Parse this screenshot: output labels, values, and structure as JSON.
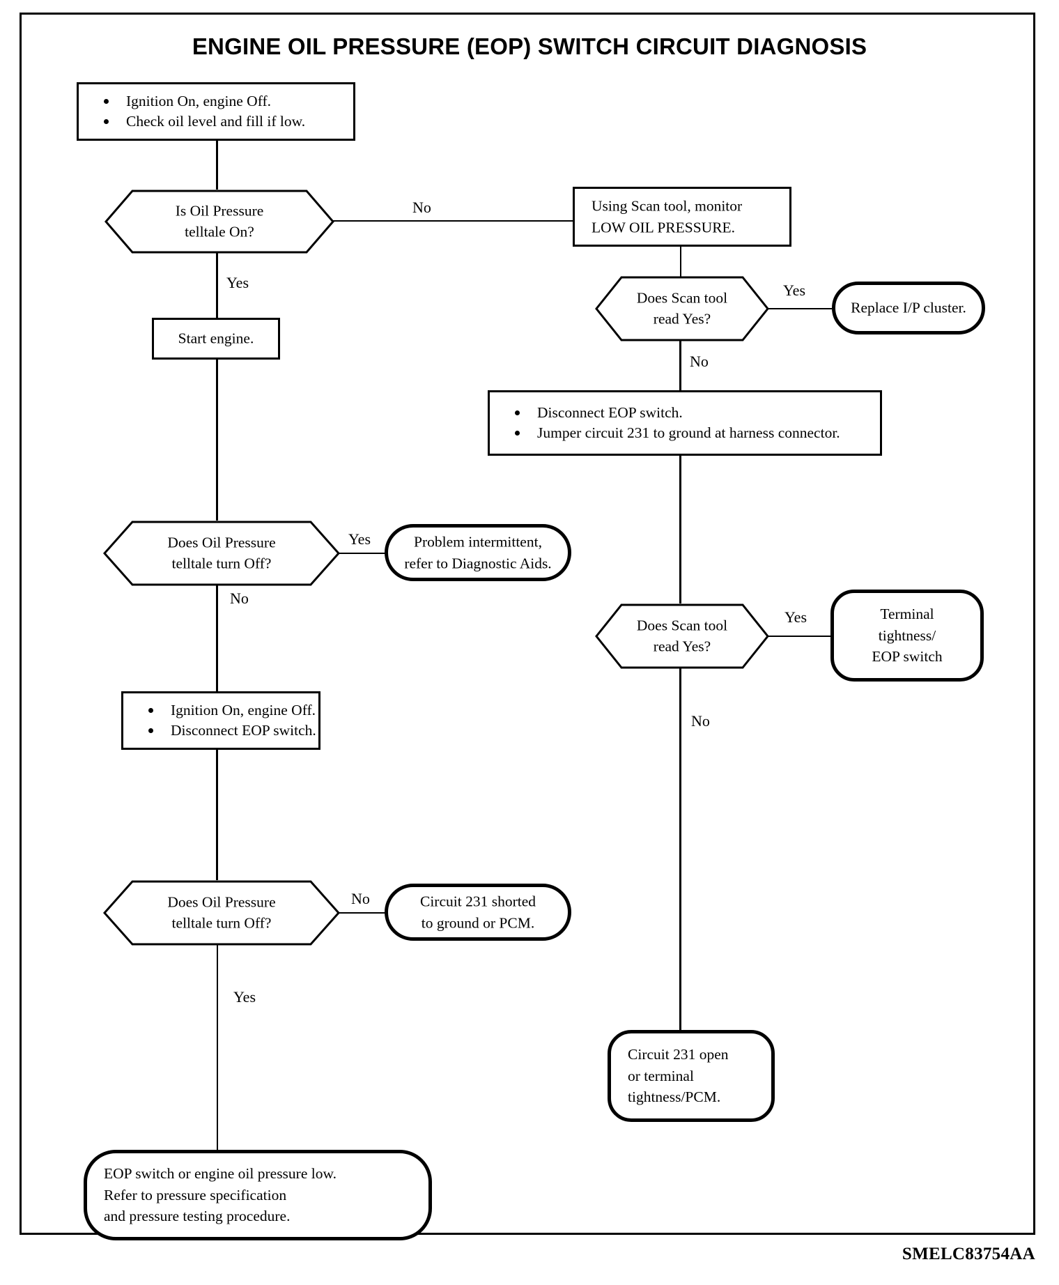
{
  "document": {
    "title": "ENGINE OIL PRESSURE (EOP) SWITCH CIRCUIT DIAGNOSIS",
    "reference_code": "SMELC83754AA"
  },
  "chart_data": {
    "type": "diagram",
    "diagram_kind": "flowchart",
    "title": "ENGINE OIL PRESSURE (EOP) SWITCH CIRCUIT DIAGNOSIS"
  },
  "nodes": {
    "start_step": {
      "shape": "rectangle",
      "bullets": [
        "Ignition On, engine Off.",
        "Check oil level and fill if low."
      ]
    },
    "decision_telltale_on": {
      "shape": "hexagon",
      "line1": "Is Oil Pressure",
      "line2": "telltale On?"
    },
    "start_engine": {
      "shape": "rectangle",
      "line1": "Start engine."
    },
    "decision_telltale_off_1": {
      "shape": "hexagon",
      "line1": "Does Oil Pressure",
      "line2": "telltale turn Off?"
    },
    "problem_intermittent": {
      "shape": "stadium",
      "line1": "Problem intermittent,",
      "line2": "refer to Diagnostic Aids."
    },
    "ignition_disconnect": {
      "shape": "rectangle",
      "bullets": [
        "Ignition On, engine Off.",
        "Disconnect EOP switch."
      ]
    },
    "decision_telltale_off_2": {
      "shape": "hexagon",
      "line1": "Does Oil Pressure",
      "line2": "telltale turn Off?"
    },
    "circuit_shorted": {
      "shape": "stadium",
      "line1": "Circuit 231 shorted",
      "line2": "to ground or PCM."
    },
    "eop_switch_low": {
      "shape": "stadium",
      "line1": "EOP switch or engine oil pressure low.",
      "line2": "Refer to  pressure specification",
      "line3": "and pressure testing procedure."
    },
    "scan_tool_monitor": {
      "shape": "rectangle",
      "line1": "Using Scan tool, monitor",
      "line2": "LOW OIL PRESSURE."
    },
    "decision_scan_1": {
      "shape": "hexagon",
      "line1": "Does Scan tool",
      "line2": "read Yes?"
    },
    "replace_cluster": {
      "shape": "stadium",
      "line1": "Replace I/P cluster."
    },
    "disconnect_jumper": {
      "shape": "rectangle",
      "bullets": [
        "Disconnect EOP switch.",
        "Jumper circuit 231 to ground at harness connector."
      ]
    },
    "decision_scan_2": {
      "shape": "hexagon",
      "line1": "Does Scan tool",
      "line2": "read Yes?"
    },
    "terminal_tightness": {
      "shape": "rounded",
      "line1": "Terminal",
      "line2": "tightness/",
      "line3": "EOP switch"
    },
    "circuit_open": {
      "shape": "rounded",
      "line1": "Circuit 231 open",
      "line2": "or terminal",
      "line3": "tightness/PCM."
    }
  },
  "edge_labels": {
    "telltale_on_no": "No",
    "telltale_on_yes": "Yes",
    "telltale_off_1_yes": "Yes",
    "telltale_off_1_no": "No",
    "telltale_off_2_no": "No",
    "telltale_off_2_yes": "Yes",
    "scan_1_yes": "Yes",
    "scan_1_no": "No",
    "scan_2_yes": "Yes",
    "scan_2_no": "No"
  },
  "colors": {
    "ink": "#000000",
    "paper": "#ffffff"
  }
}
